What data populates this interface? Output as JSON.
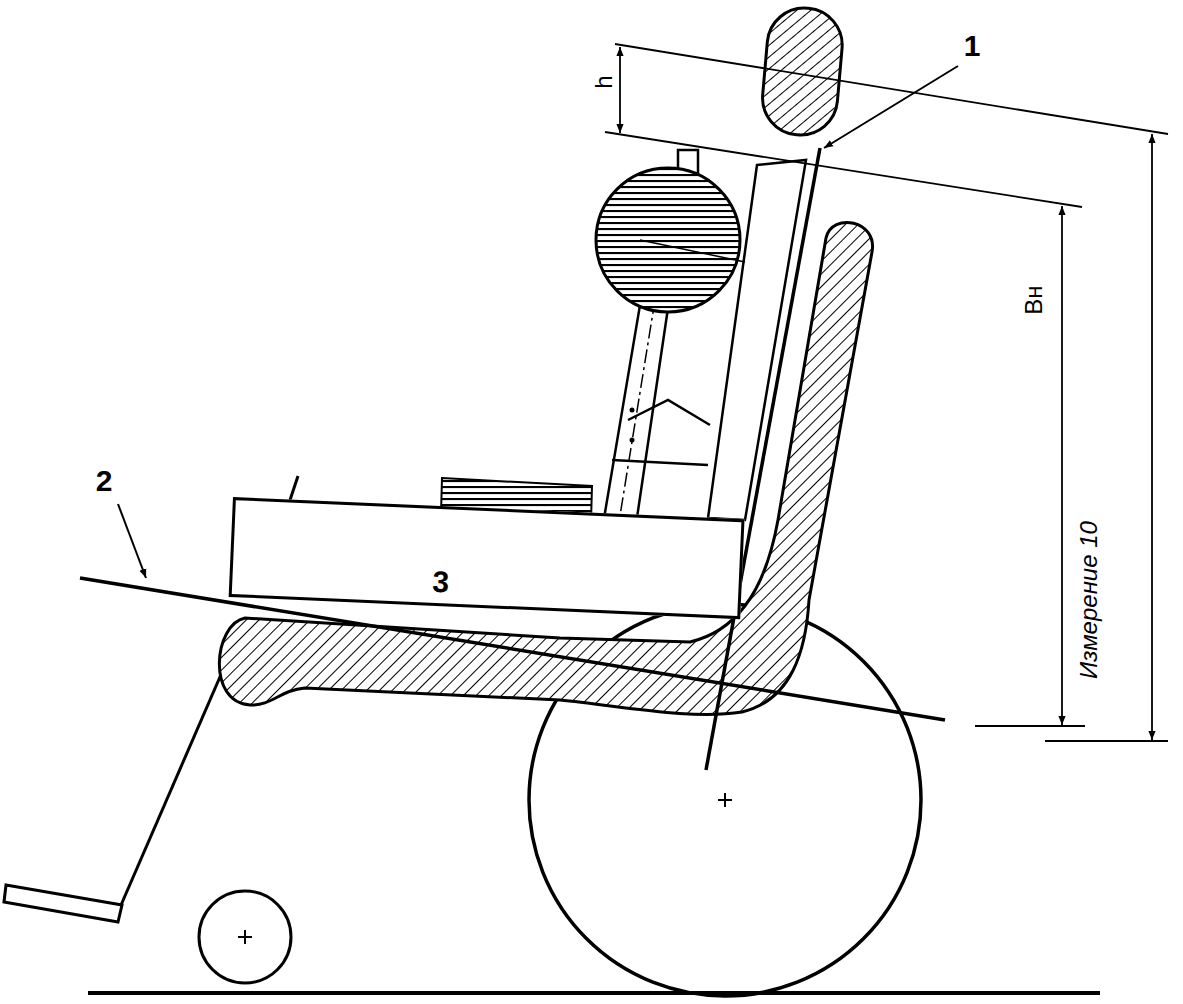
{
  "diagram": {
    "nodes": [
      {
        "text": [
          "3"
        ]
      }
    ],
    "labels": [
      "1",
      "2",
      "h",
      "Вн",
      "Измерение 10"
    ]
  }
}
